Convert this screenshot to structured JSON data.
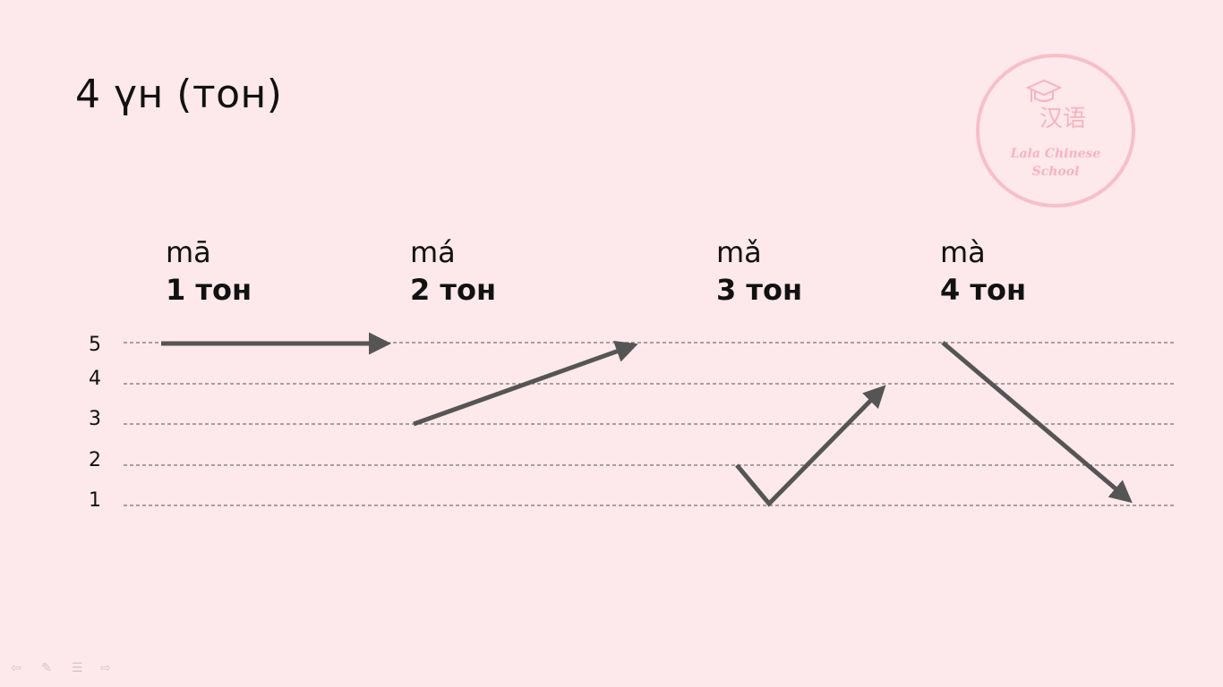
{
  "slide": {
    "title": "4 үн (тон)",
    "background": "#fde8eb"
  },
  "logo": {
    "chinese": "汉语",
    "school_line1": "Lala Chinese",
    "school_line2": "School",
    "color": "#f6b4c0"
  },
  "tones": [
    {
      "pinyin": "mā",
      "name": "1 тон",
      "contour": [
        5,
        5
      ]
    },
    {
      "pinyin": "má",
      "name": "2 тон",
      "contour": [
        3,
        5
      ]
    },
    {
      "pinyin": "mǎ",
      "name": "3 тон",
      "contour": [
        2,
        1,
        4
      ]
    },
    {
      "pinyin": "mà",
      "name": "4 тон",
      "contour": [
        5,
        1
      ]
    }
  ],
  "levels": [
    "5",
    "4",
    "3",
    "2",
    "1"
  ],
  "arrow_color": "#555555",
  "controls": {
    "prev_icon": "arrow-left-icon",
    "pen_icon": "pen-icon",
    "menu_icon": "menu-icon",
    "next_icon": "arrow-right-icon"
  }
}
